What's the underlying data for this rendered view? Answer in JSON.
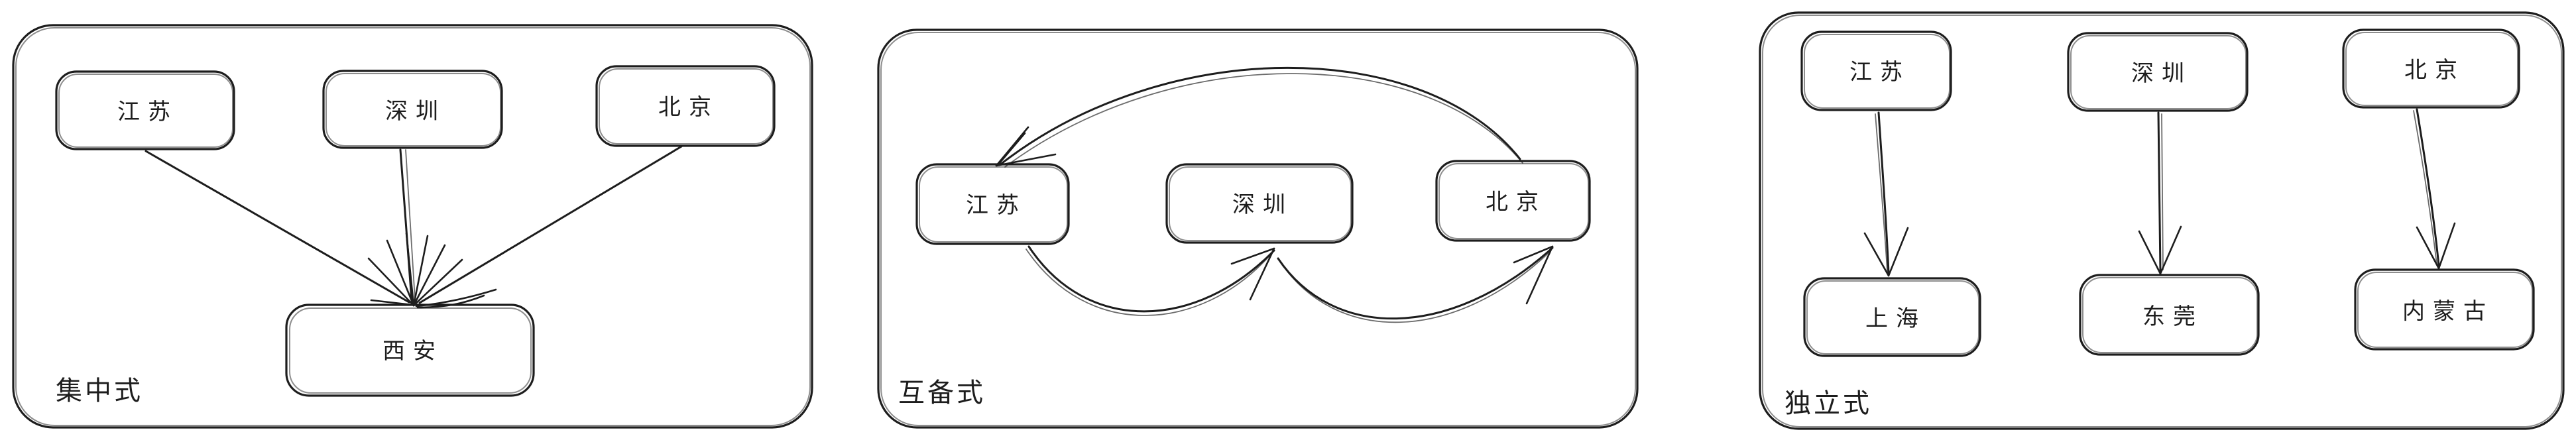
{
  "canvas": {
    "background": "#ffffff",
    "ink": "#1d1d1d"
  },
  "panels": [
    {
      "type": "centralized",
      "caption": "集中式",
      "nodes": [
        {
          "label": "江苏"
        },
        {
          "label": "深圳"
        },
        {
          "label": "北京"
        },
        {
          "label": "西安"
        }
      ],
      "edges": [
        {
          "from": "江苏",
          "to": "西安"
        },
        {
          "from": "深圳",
          "to": "西安"
        },
        {
          "from": "北京",
          "to": "西安"
        }
      ]
    },
    {
      "type": "mutual-backup",
      "caption": "互备式",
      "nodes": [
        {
          "label": "江苏"
        },
        {
          "label": "深圳"
        },
        {
          "label": "北京"
        }
      ],
      "edges": [
        {
          "from": "北京",
          "to": "江苏"
        },
        {
          "from": "江苏",
          "to": "深圳"
        },
        {
          "from": "深圳",
          "to": "北京"
        }
      ]
    },
    {
      "type": "independent",
      "caption": "独立式",
      "nodes": [
        {
          "label": "江苏"
        },
        {
          "label": "深圳"
        },
        {
          "label": "北京"
        },
        {
          "label": "上海"
        },
        {
          "label": "东莞"
        },
        {
          "label": "内蒙古"
        }
      ],
      "edges": [
        {
          "from": "江苏",
          "to": "上海"
        },
        {
          "from": "深圳",
          "to": "东莞"
        },
        {
          "from": "北京",
          "to": "内蒙古"
        }
      ]
    }
  ]
}
